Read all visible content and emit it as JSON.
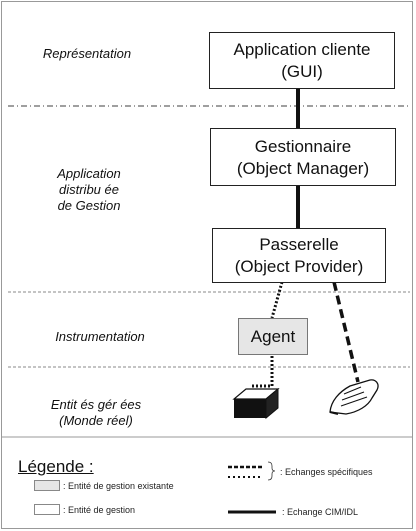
{
  "zones": {
    "representation": "Représentation",
    "application_line1": "Application",
    "application_line2": "distribu ée",
    "application_line3": "de Gestion",
    "instrumentation": "Instrumentation",
    "managed_line1": "Entit és gér ées",
    "managed_line2": "(Monde réel)"
  },
  "boxes": {
    "client_line1": "Application cliente",
    "client_line2": "(GUI)",
    "manager_line1": "Gestionnaire",
    "manager_line2": "(Object Manager)",
    "provider_line1": "Passerelle",
    "provider_line2": "(Object Provider)",
    "agent": "Agent"
  },
  "legend": {
    "title": "Légende :",
    "existing_entity": ": Entité de gestion existante",
    "management_entity": ": Entité de gestion",
    "specific_exchanges": ": Echanges spécifiques",
    "cim_exchange": ": Echange CIM/IDL"
  },
  "colors": {
    "gray_fill": "#e6e6e6",
    "line": "#111111",
    "separator": "#777777"
  }
}
